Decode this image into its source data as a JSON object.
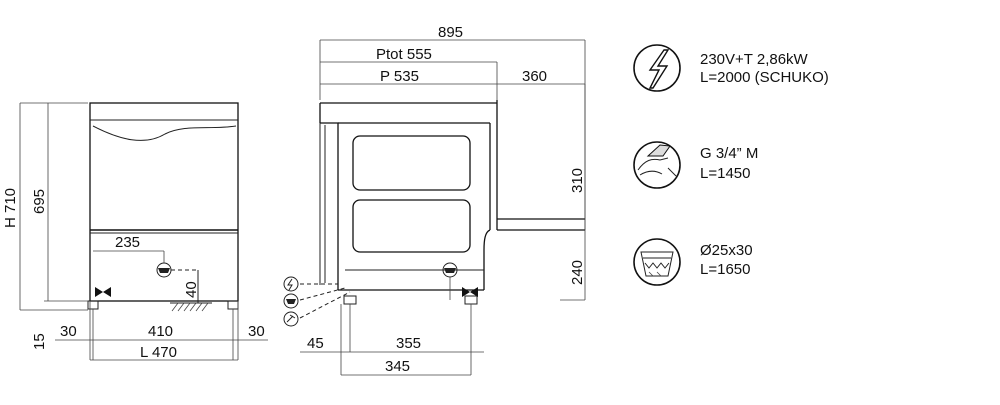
{
  "front_view": {
    "height_total": "H 710",
    "height_body": "695",
    "foot_height": "15",
    "drain_offset": "235",
    "drain_height": "40",
    "side_left": "30",
    "feet_span": "410",
    "side_right": "30",
    "width": "L 470"
  },
  "side_view": {
    "total_depth": "895",
    "ptot": "Ptot 555",
    "depth": "P 535",
    "door_open": "360",
    "door_height": "310",
    "base_height": "240",
    "connection_offset": "45",
    "feet_span_upper": "355",
    "feet_span_lower": "345"
  },
  "connections": [
    {
      "icon": "electric-icon",
      "line1": "230V+T 2,86kW",
      "line2": "L=2000 (SCHUKO)"
    },
    {
      "icon": "water-tap-icon",
      "line1": "G 3/4” M",
      "line2": "L=1450"
    },
    {
      "icon": "drain-icon",
      "line1": "Ø25x30",
      "line2": "L=1650"
    }
  ]
}
